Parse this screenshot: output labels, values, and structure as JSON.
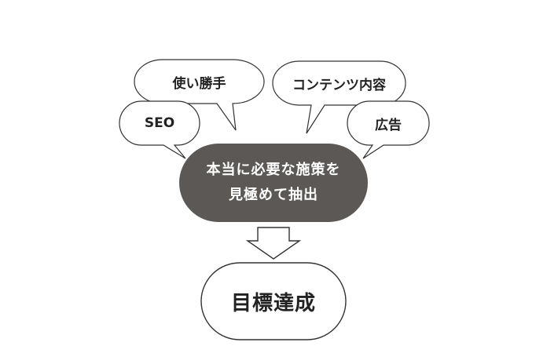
{
  "bubbles": {
    "ease_of_use": "使い勝手",
    "content": "コンテンツ内容",
    "seo": "SEO",
    "ads": "広告"
  },
  "center": {
    "line1": "本当に必要な施策を",
    "line2": "見極めて抽出"
  },
  "goal": {
    "label": "目標達成"
  },
  "colors": {
    "center_fill": "#5b5856",
    "stroke": "#333333",
    "bubble_fill": "#ffffff"
  }
}
